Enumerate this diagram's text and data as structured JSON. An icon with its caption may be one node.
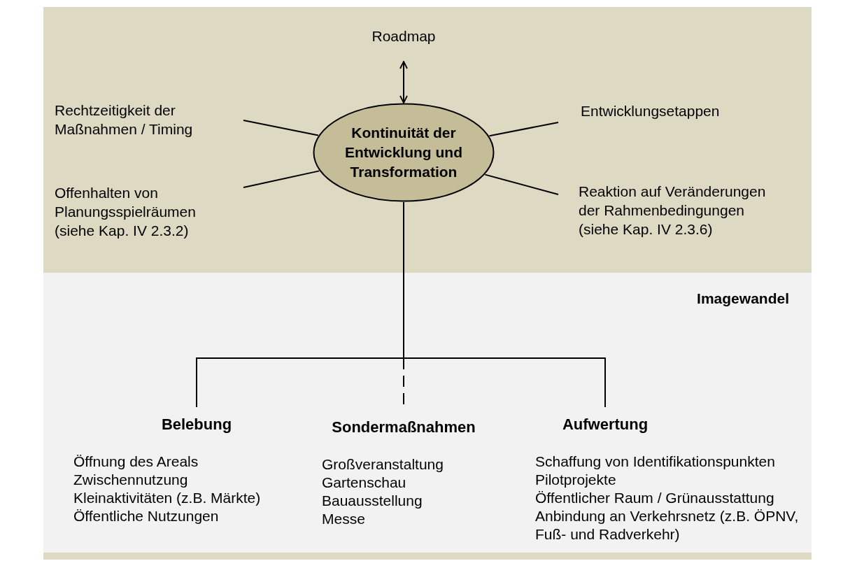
{
  "diagram": {
    "nodes": [
      {
        "text": [
          "Kontinuität der Entwicklung und Transformation"
        ]
      },
      {
        "text": [
          "Roadmap"
        ]
      },
      {
        "text": [
          "Rechtzeitigkeit der Maßnahmen / Timing"
        ]
      },
      {
        "text": [
          "Entwicklungsetappen"
        ]
      },
      {
        "text": [
          "Offenhalten von Planungsspielräumen (siehe Kap. IV 2.3.2)"
        ]
      },
      {
        "text": [
          "Reaktion auf Veränderungen der Rahmenbedingungen (siehe Kap. IV 2.3.6)"
        ]
      },
      {
        "text": [
          "Imagewandel"
        ]
      },
      {
        "text": [
          "Belebung",
          "Öffnung des Areals",
          "Zwischennutzung",
          "Kleinaktivitäten (z.B. Märkte)",
          "Öffentliche Nutzungen"
        ],
        "in": 6
      },
      {
        "text": [
          "Sondermaßnahmen",
          "Großveranstaltung",
          "Gartenschau",
          "Bauausstellung",
          "Messe"
        ],
        "in": 6
      },
      {
        "text": [
          "Aufwertung",
          "Schaffung von Identifikationspunkten",
          "Pilotprojekte",
          "Öffentlicher Raum / Grünausstattung",
          "Anbindung an Verkehrsnetz (z.B. ÖPNV, Fuß- und Radverkehr)"
        ],
        "in": 6
      }
    ],
    "edges": [
      {
        "from": 0,
        "to": 1,
        "arrow": "both"
      },
      {
        "from": 2,
        "to": 0,
        "arrow": "none"
      },
      {
        "from": 3,
        "to": 0,
        "arrow": "none"
      },
      {
        "from": 4,
        "to": 0,
        "arrow": "none"
      },
      {
        "from": 5,
        "to": 0,
        "arrow": "none"
      },
      {
        "from": 0,
        "to": 7,
        "arrow": "none"
      },
      {
        "from": 0,
        "to": 8,
        "arrow": "none",
        "style": "dashed"
      },
      {
        "from": 0,
        "to": 9,
        "arrow": "none"
      }
    ]
  }
}
